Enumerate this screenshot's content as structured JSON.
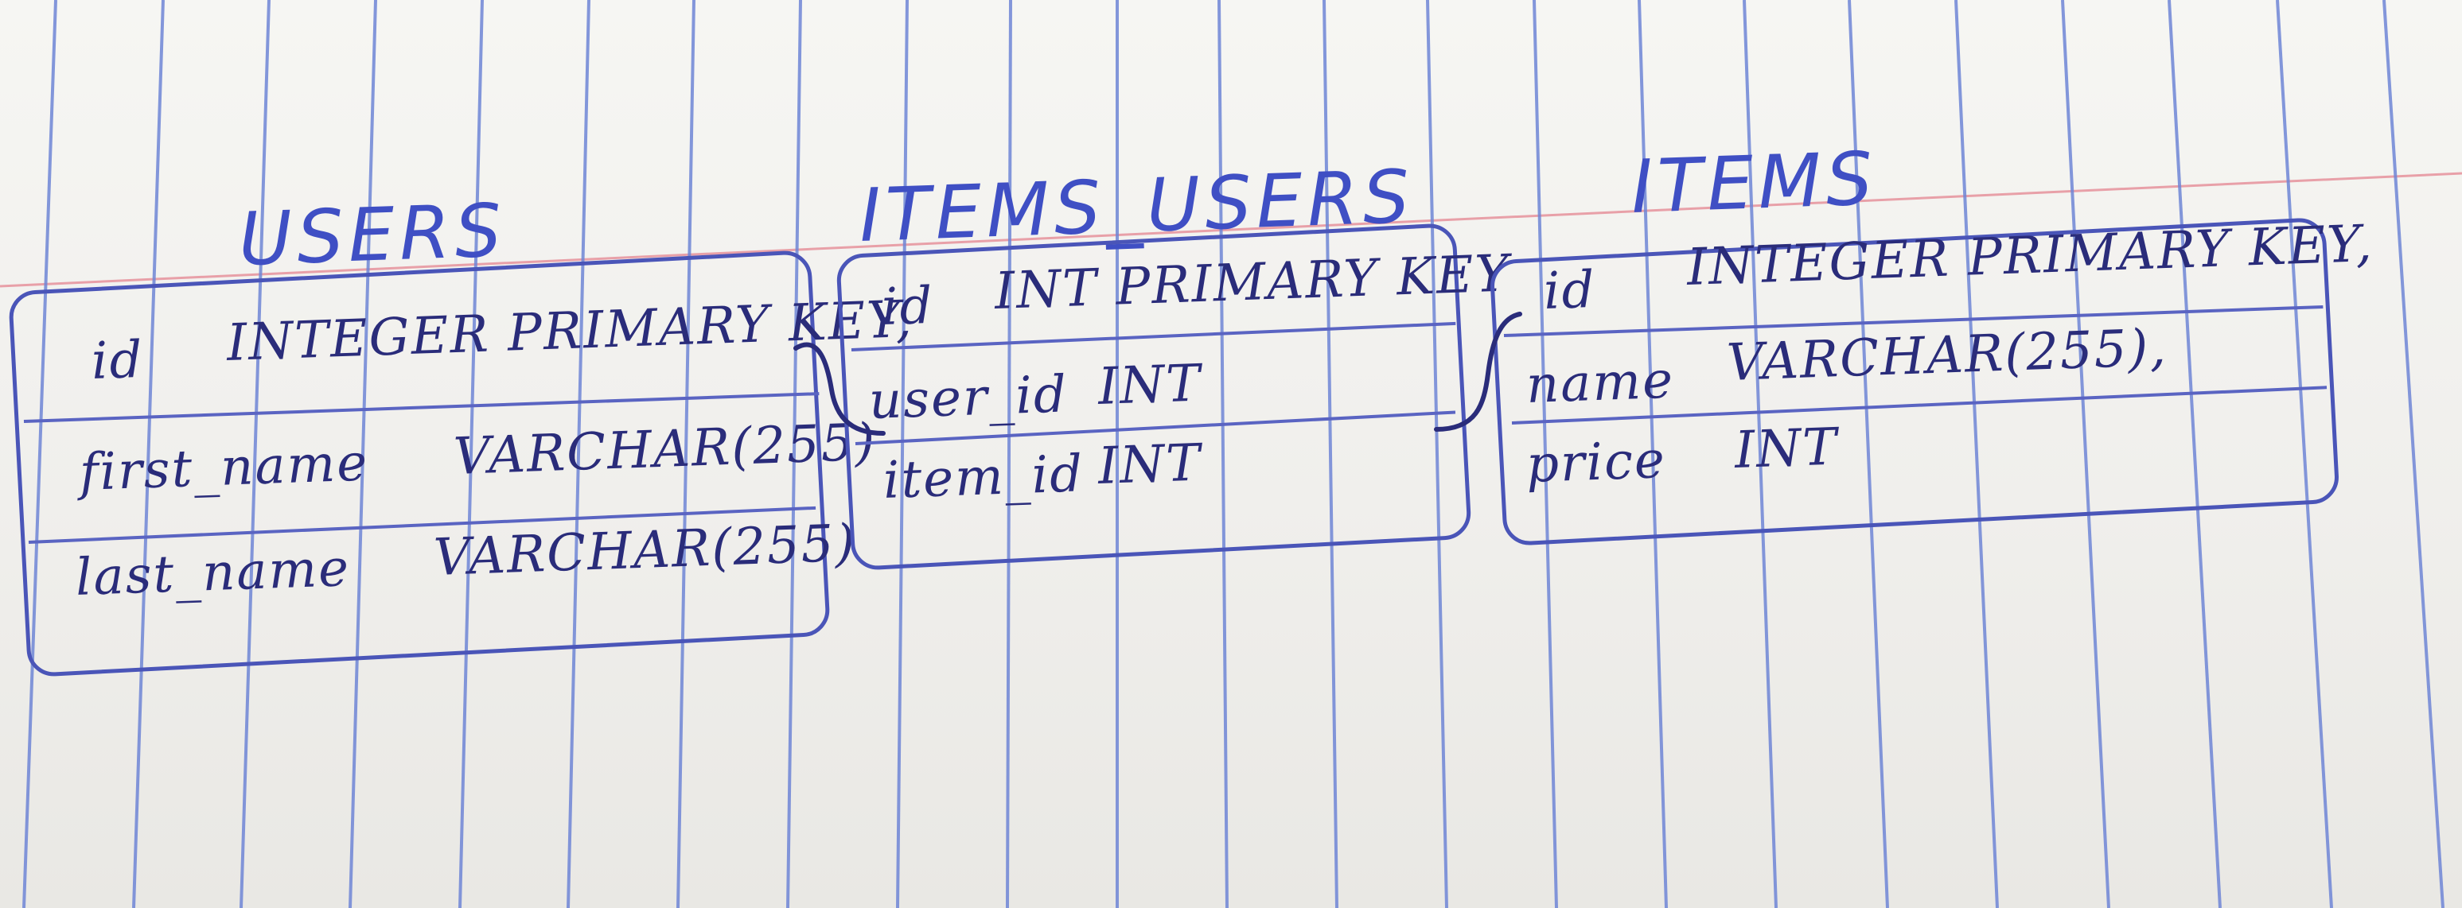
{
  "diagram": {
    "colors": {
      "ink_dark": "#2a2c7a",
      "ink_blue": "#3f4fc4",
      "margin_line": "#e8a0a8",
      "ruled_line": "#6f86d6"
    },
    "tables": {
      "users": {
        "title": "USERS",
        "rows": [
          {
            "column": "id",
            "type": "INTEGER PRIMARY KEY,"
          },
          {
            "column": "first_name",
            "type": "VARCHAR(255)"
          },
          {
            "column": "last_name",
            "type": "VARCHAR(255)"
          }
        ]
      },
      "items_users": {
        "title": "ITEMS_USERS",
        "rows": [
          {
            "column": "id",
            "type": "INT PRIMARY KEY"
          },
          {
            "column": "user_id",
            "type": "INT"
          },
          {
            "column": "item_id",
            "type": "INT"
          }
        ]
      },
      "items": {
        "title": "ITEMS",
        "rows": [
          {
            "column": "id",
            "type": "INTEGER PRIMARY KEY,"
          },
          {
            "column": "name",
            "type": "VARCHAR(255),"
          },
          {
            "column": "price",
            "type": "INT"
          }
        ]
      }
    },
    "relations": [
      {
        "from": "users.id",
        "to": "items_users.user_id"
      },
      {
        "from": "items.id",
        "to": "items_users.item_id"
      }
    ]
  }
}
